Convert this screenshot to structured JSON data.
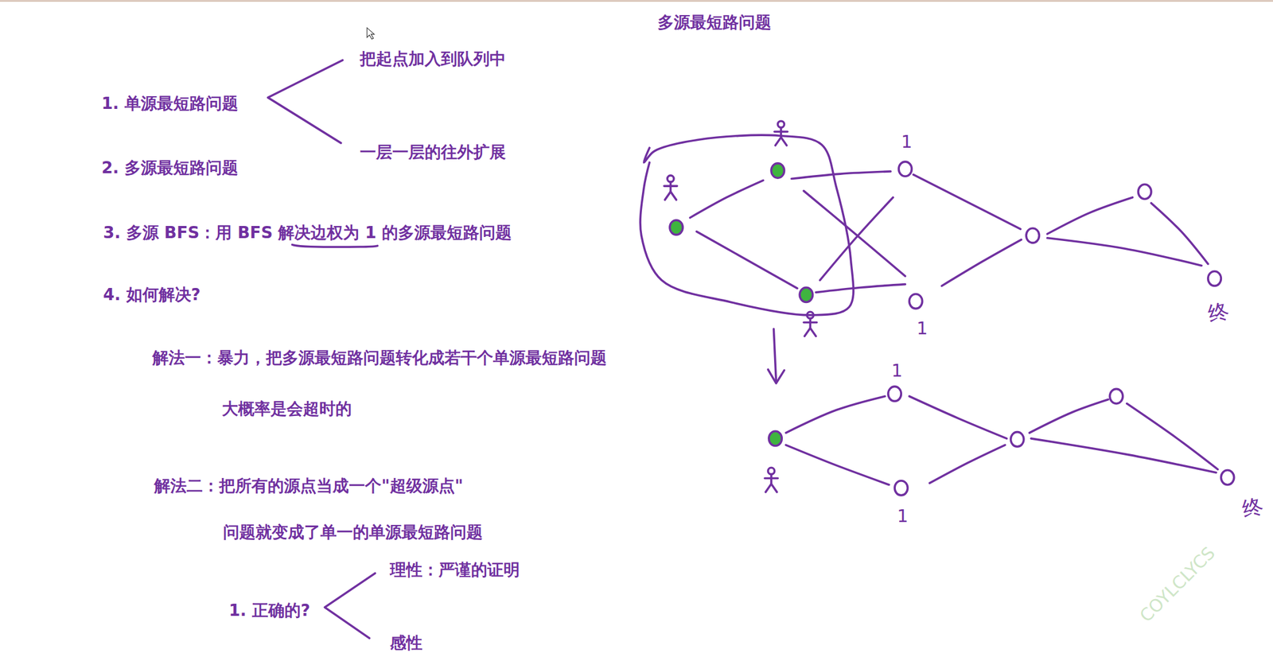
{
  "diagram": {
    "title": "多源最短路问题",
    "labels": [
      "1. 单源最短路问题",
      "把起点加入到队列中",
      "一层一层的往外扩展",
      "2. 多源最短路问题",
      "3. 多源 BFS：用 BFS 解决边权为 1 的多源最短路问题",
      "4. 如何解决?",
      "解法一：暴力，把多源最短路问题转化成若干个单源最短路问题",
      "大概率是会超时的",
      "解法二：把所有的源点当成一个\"超级源点\"",
      "问题就变成了单一的单源最短路问题",
      "1. 正确的?",
      "理性：严谨的证明",
      "感性",
      "1",
      "1",
      "终",
      "1",
      "1",
      "终",
      "COYLCLYCS"
    ]
  }
}
